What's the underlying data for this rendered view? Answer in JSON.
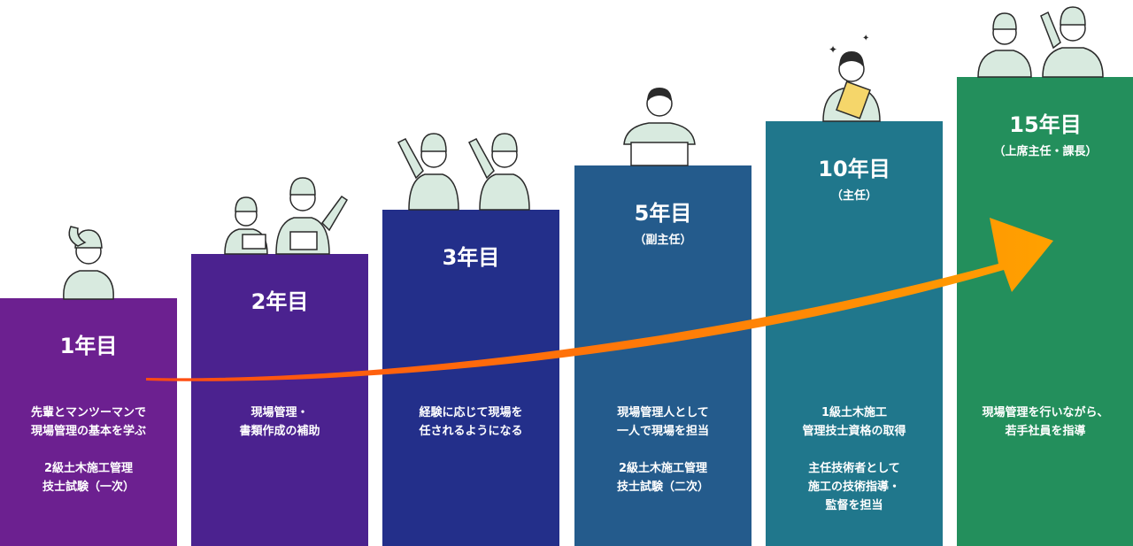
{
  "steps": [
    {
      "title": "1年目",
      "subtitle": "",
      "description": "先輩とマンツーマンで\n現場管理の基本を学ぶ\n\n2級土木施工管理\n技士試験（一次）",
      "color": "#6c2090"
    },
    {
      "title": "2年目",
      "subtitle": "",
      "description": "現場管理・\n書類作成の補助",
      "color": "#4b228f"
    },
    {
      "title": "3年目",
      "subtitle": "",
      "description": "経験に応じて現場を\n任されるようになる",
      "color": "#232f8a"
    },
    {
      "title": "5年目",
      "subtitle": "（副主任）",
      "description": "現場管理人として\n一人で現場を担当\n\n2級土木施工管理\n技士試験（二次）",
      "color": "#245b8c"
    },
    {
      "title": "10年目",
      "subtitle": "（主任）",
      "description": "1級土木施工\n管理技士資格の取得\n\n主任技術者として\n施工の技術指導・\n監督を担当",
      "color": "#20778c"
    },
    {
      "title": "15年目",
      "subtitle": "（上席主任・課長）",
      "description": "現場管理を行いながら、\n若手社員を指導",
      "color": "#238f5c"
    }
  ],
  "colors": {
    "arrow_start": "#ff4a12",
    "arrow_end": "#ffa100",
    "uniform": "#d8eadf",
    "outline": "#2a2a2a"
  }
}
